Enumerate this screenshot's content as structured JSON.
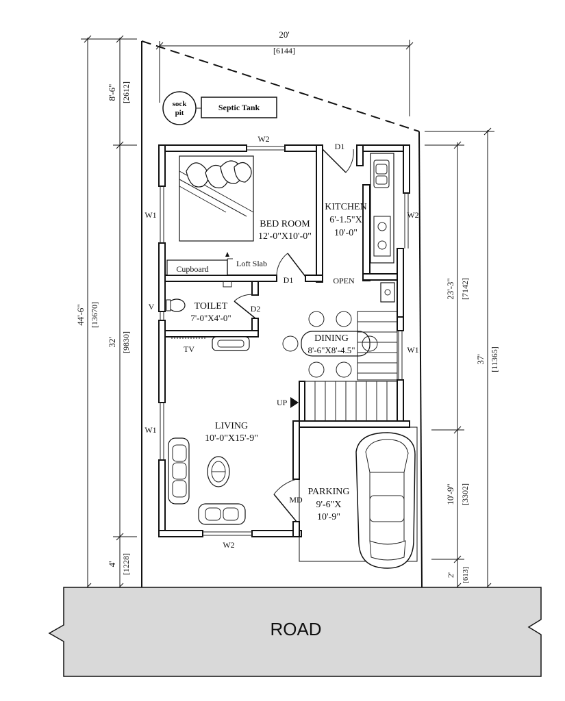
{
  "plot": {
    "top_width": "20'",
    "top_width_mm": "[6144]",
    "left_total": "44'-6\"",
    "left_total_mm": "[13670]",
    "left_top": "8'-6\"",
    "left_top_mm": "[2612]",
    "left_middle": "32'",
    "left_middle_mm": "[9830]",
    "left_bottom": "4'",
    "left_bottom_mm": "[1228]",
    "right_total": "37'",
    "right_total_mm": "[11365]",
    "right_upper": "23'-3\"",
    "right_upper_mm": "[7142]",
    "right_lower": "10'-9\"",
    "right_lower_mm": "[3302]",
    "right_bottom": "2'",
    "right_bottom_mm": "[613]"
  },
  "labels": {
    "sock_pit_line1": "sock",
    "sock_pit_line2": "pit",
    "septic_tank": "Septic Tank",
    "bedroom_name": "BED ROOM",
    "bedroom_size": "12'-0\"X10'-0\"",
    "kitchen_name": "KITCHEN",
    "kitchen_size_1": "6'-1.5\"X",
    "kitchen_size_2": "10'-0\"",
    "cupboard": "Cupboard",
    "loft_slab": "Loft Slab",
    "open": "OPEN",
    "toilet_name": "TOILET",
    "toilet_size": "7'-0\"X4'-0\"",
    "dining_name": "DINING",
    "dining_size": "8'-6\"X8'-4.5\"",
    "tv": "TV",
    "up": "UP",
    "living_name": "LIVING",
    "living_size": "10'-0\"X15'-9\"",
    "parking_name": "PARKING",
    "parking_size_1": "9'-6\"X",
    "parking_size_2": "10'-9\"",
    "road": "ROAD"
  },
  "openings": {
    "w2_top": "W2",
    "d1_kitchen": "D1",
    "w1_bedroom": "W1",
    "w2_kitchen": "W2",
    "d1_bedroom": "D1",
    "v_toilet": "V",
    "d2_toilet": "D2",
    "w1_dining": "W1",
    "w1_living": "W1",
    "md": "MD",
    "w2_bottom": "W2"
  }
}
